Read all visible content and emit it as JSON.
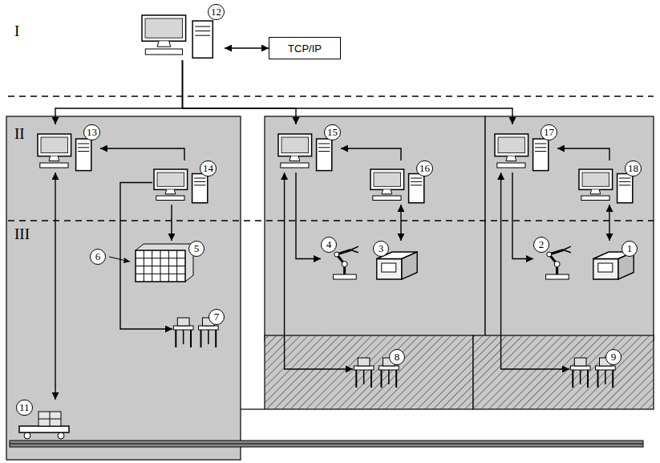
{
  "diagram": {
    "nodes": [
      {
        "text": [
          "12"
        ]
      },
      {
        "text": [
          "TCP/IP"
        ]
      },
      {
        "text": [
          "13"
        ]
      },
      {
        "text": [
          "14"
        ]
      },
      {
        "text": [
          "15"
        ]
      },
      {
        "text": [
          "16"
        ]
      },
      {
        "text": [
          "17"
        ]
      },
      {
        "text": [
          "18"
        ]
      },
      {
        "text": [
          "5"
        ]
      },
      {
        "text": [
          "4"
        ]
      },
      {
        "text": [
          "3"
        ]
      },
      {
        "text": [
          "2"
        ]
      },
      {
        "text": [
          "1"
        ]
      },
      {
        "text": [
          "7"
        ]
      },
      {
        "text": [
          "8"
        ]
      },
      {
        "text": [
          "9"
        ]
      },
      {
        "text": [
          "11"
        ]
      }
    ],
    "edges": [
      {
        "from": 0,
        "to": 1,
        "arrow": "both"
      },
      {
        "from": 0,
        "to": 2,
        "arrow": "to"
      },
      {
        "from": 0,
        "to": 4,
        "arrow": "to"
      },
      {
        "from": 0,
        "to": 6,
        "arrow": "to"
      },
      {
        "from": 3,
        "to": 2,
        "arrow": "to"
      },
      {
        "from": 5,
        "to": 4,
        "arrow": "to"
      },
      {
        "from": 7,
        "to": 6,
        "arrow": "to"
      },
      {
        "from": 2,
        "to": 16,
        "arrow": "both"
      },
      {
        "from": 3,
        "to": 8,
        "arrow": "to"
      },
      {
        "from": 3,
        "to": 13,
        "arrow": "to"
      },
      {
        "from": 4,
        "to": 9,
        "arrow": "to"
      },
      {
        "from": 4,
        "to": 14,
        "arrow": "both"
      },
      {
        "from": 5,
        "to": 10,
        "arrow": "both"
      },
      {
        "from": 6,
        "to": 11,
        "arrow": "to"
      },
      {
        "from": 6,
        "to": 15,
        "arrow": "both"
      },
      {
        "from": 7,
        "to": 12,
        "arrow": "both"
      }
    ],
    "labels": [
      "I",
      "II",
      "III",
      "6"
    ]
  }
}
